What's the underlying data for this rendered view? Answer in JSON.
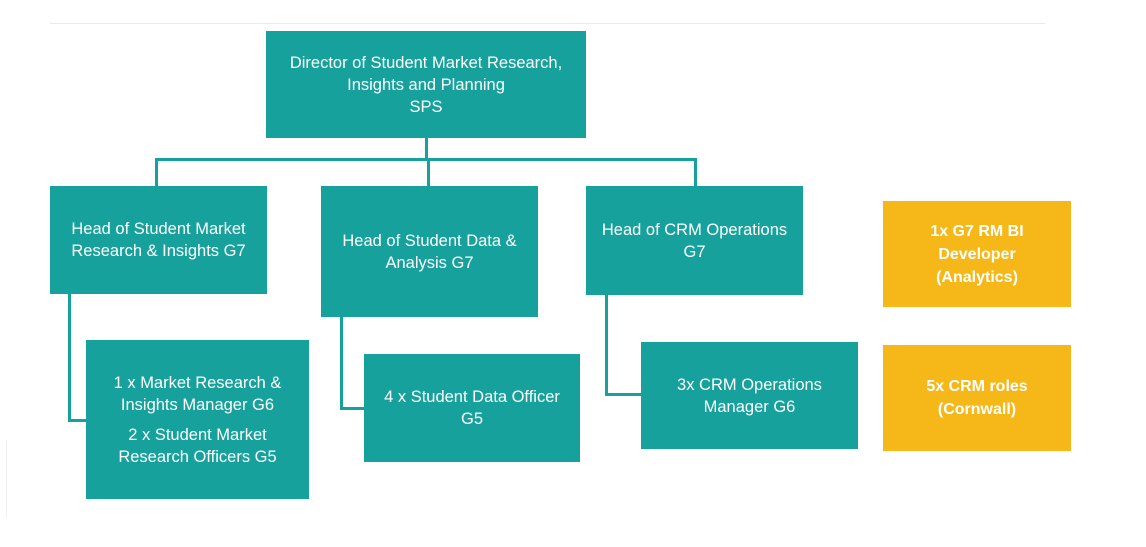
{
  "director": {
    "lines": [
      "Director of Student Market Research,",
      "Insights and Planning",
      "SPS"
    ]
  },
  "heads": [
    {
      "lines": [
        "Head of Student Market",
        "Research & Insights G7"
      ]
    },
    {
      "lines": [
        "Head of Student Data &",
        "Analysis G7"
      ]
    },
    {
      "lines": [
        "Head of CRM Operations",
        "G7"
      ]
    }
  ],
  "reports": [
    {
      "lines": [
        "1 x Market Research &",
        "Insights Manager G6"
      ],
      "lines2": [
        "2  x Student Market",
        "Research Officers  G5"
      ]
    },
    {
      "lines": [
        "4 x Student Data Officer",
        "G5"
      ]
    },
    {
      "lines": [
        "3x CRM Operations",
        "Manager G6"
      ]
    }
  ],
  "side_roles": [
    {
      "lines": [
        "1x G7 RM BI",
        "Developer",
        "(Analytics)"
      ]
    },
    {
      "lines": [
        "5x CRM roles",
        "(Cornwall)"
      ]
    }
  ],
  "colors": {
    "teal": "#16a19c",
    "gold": "#f5b818"
  }
}
